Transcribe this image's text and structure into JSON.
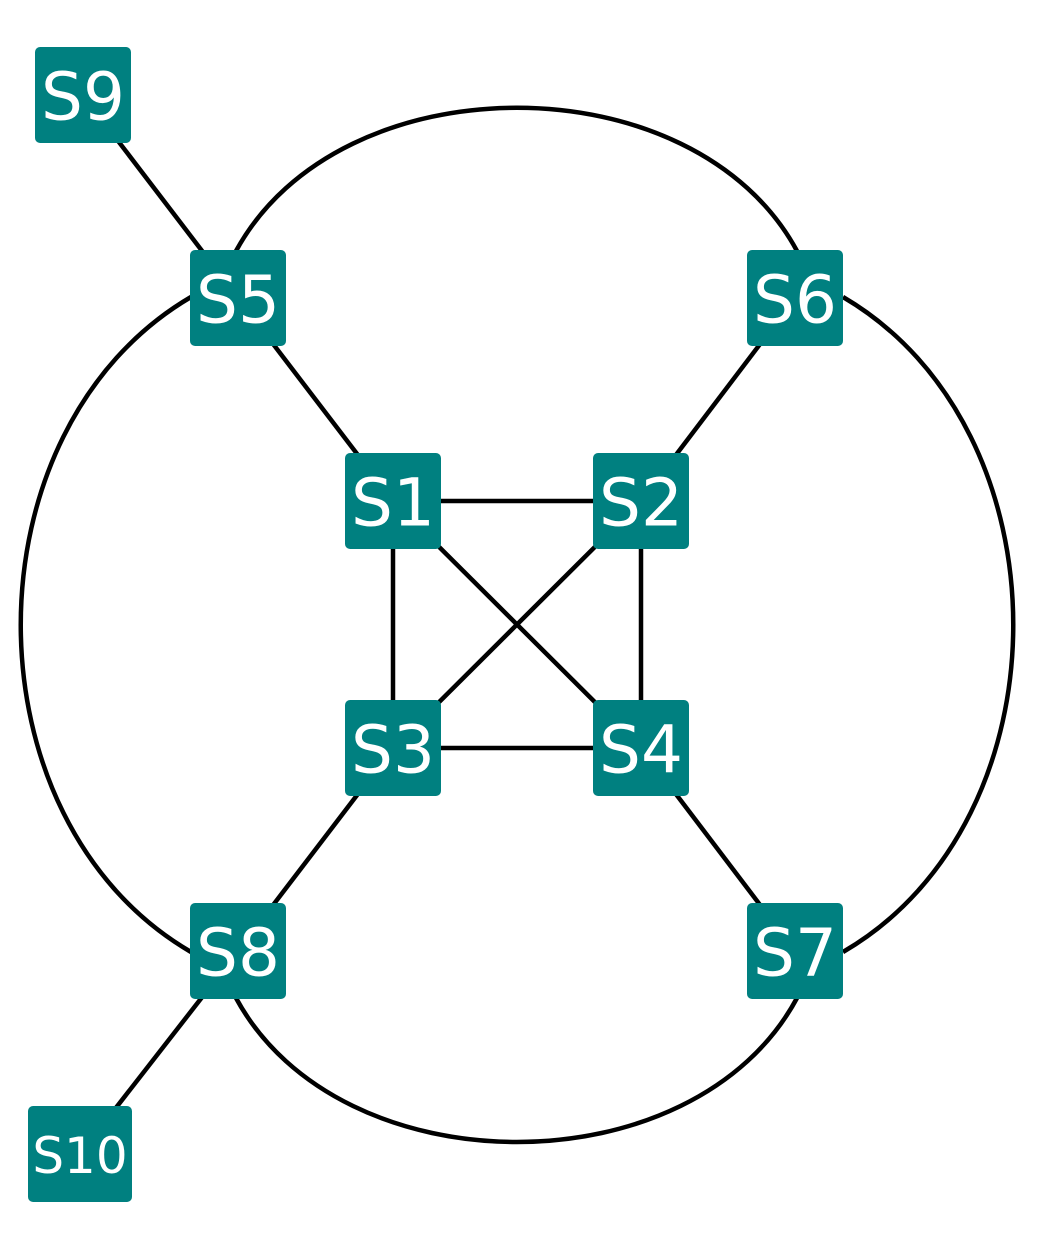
{
  "colors": {
    "node_fill": "#008080",
    "node_text": "#ffffff",
    "edge": "#000000",
    "background": "#ffffff"
  },
  "nodes": [
    {
      "id": "S1",
      "label": "S1"
    },
    {
      "id": "S2",
      "label": "S2"
    },
    {
      "id": "S3",
      "label": "S3"
    },
    {
      "id": "S4",
      "label": "S4"
    },
    {
      "id": "S5",
      "label": "S5"
    },
    {
      "id": "S6",
      "label": "S6"
    },
    {
      "id": "S7",
      "label": "S7"
    },
    {
      "id": "S8",
      "label": "S8"
    },
    {
      "id": "S9",
      "label": "S9"
    },
    {
      "id": "S10",
      "label": "S10"
    }
  ],
  "edges": [
    {
      "from": "S9",
      "to": "S5"
    },
    {
      "from": "S5",
      "to": "S1"
    },
    {
      "from": "S6",
      "to": "S2"
    },
    {
      "from": "S1",
      "to": "S2"
    },
    {
      "from": "S1",
      "to": "S3"
    },
    {
      "from": "S2",
      "to": "S4"
    },
    {
      "from": "S3",
      "to": "S4"
    },
    {
      "from": "S1",
      "to": "S4"
    },
    {
      "from": "S2",
      "to": "S3"
    },
    {
      "from": "S3",
      "to": "S8"
    },
    {
      "from": "S4",
      "to": "S7"
    },
    {
      "from": "S8",
      "to": "S10"
    },
    {
      "from": "S5",
      "to": "S6"
    },
    {
      "from": "S6",
      "to": "S7"
    },
    {
      "from": "S7",
      "to": "S8"
    },
    {
      "from": "S8",
      "to": "S5"
    }
  ]
}
